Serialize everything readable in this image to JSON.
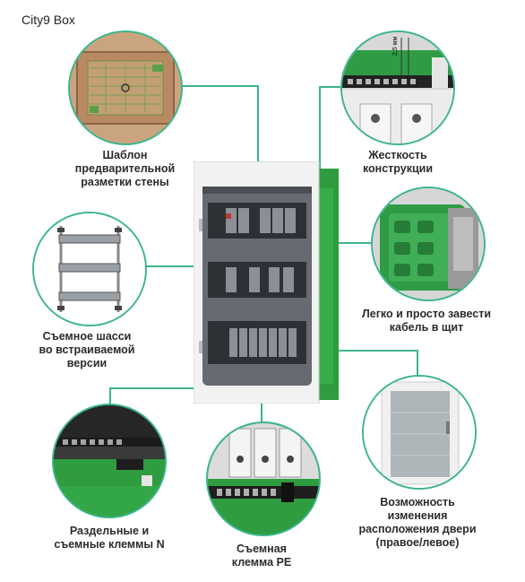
{
  "title": "City9 Box",
  "callouts": {
    "template": [
      "Шаблон",
      "предварительной",
      "разметки стены"
    ],
    "rigidity": [
      "Жесткость",
      "конструкции"
    ],
    "chassis": [
      "Съемное шасси",
      "во встраиваемой",
      "версии"
    ],
    "cable": [
      "Легко и просто завести",
      "кабель в щит"
    ],
    "terminals_n": [
      "Раздельные и",
      "съемные клеммы N"
    ],
    "terminal_pe": [
      "Съемная",
      "клемма PE"
    ],
    "door": [
      "Возможность",
      "изменения",
      "расположения двери",
      "(правое/левое)"
    ]
  },
  "dimension_label": "2,5 мм",
  "colors": {
    "accent": "#3db58b",
    "enclosure_green": "#2e9c3f",
    "frame_white": "#f2f2f2",
    "door_smoke": "#5a6066"
  }
}
